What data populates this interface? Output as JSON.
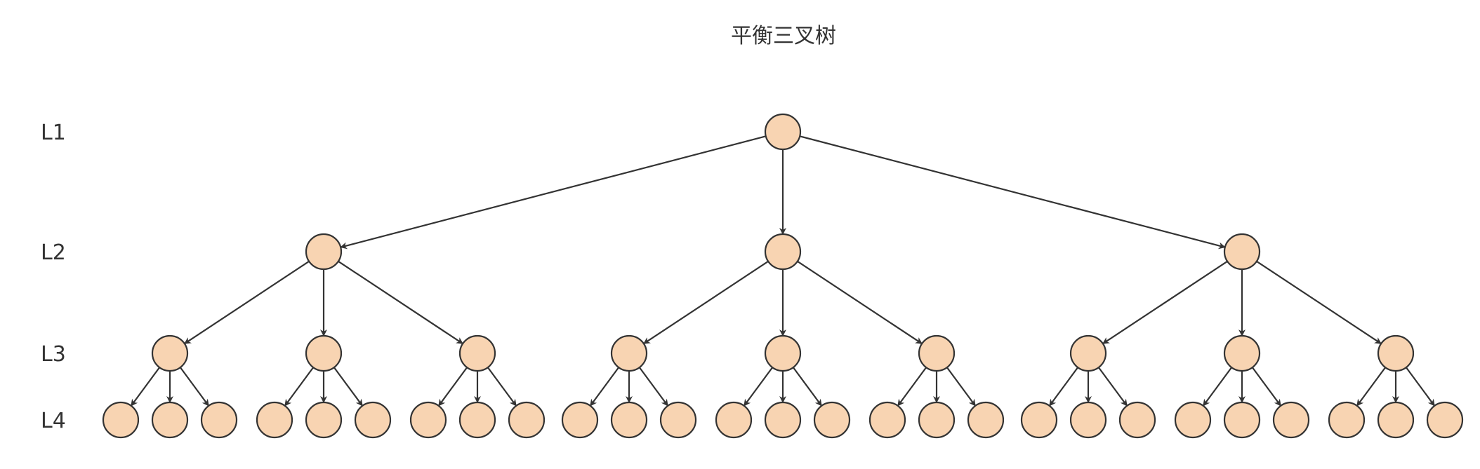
{
  "diagram": {
    "title": "平衡三叉树",
    "levels": [
      "L1",
      "L2",
      "L3",
      "L4"
    ],
    "branching_factor": 3,
    "depth": 4,
    "edge_style": "directed-arrow",
    "node_shape": "circle"
  },
  "colors": {
    "background": "#ffffff",
    "node_fill": "#f8d4b2",
    "node_stroke": "#333333",
    "edge": "#333333",
    "text": "#333333"
  }
}
